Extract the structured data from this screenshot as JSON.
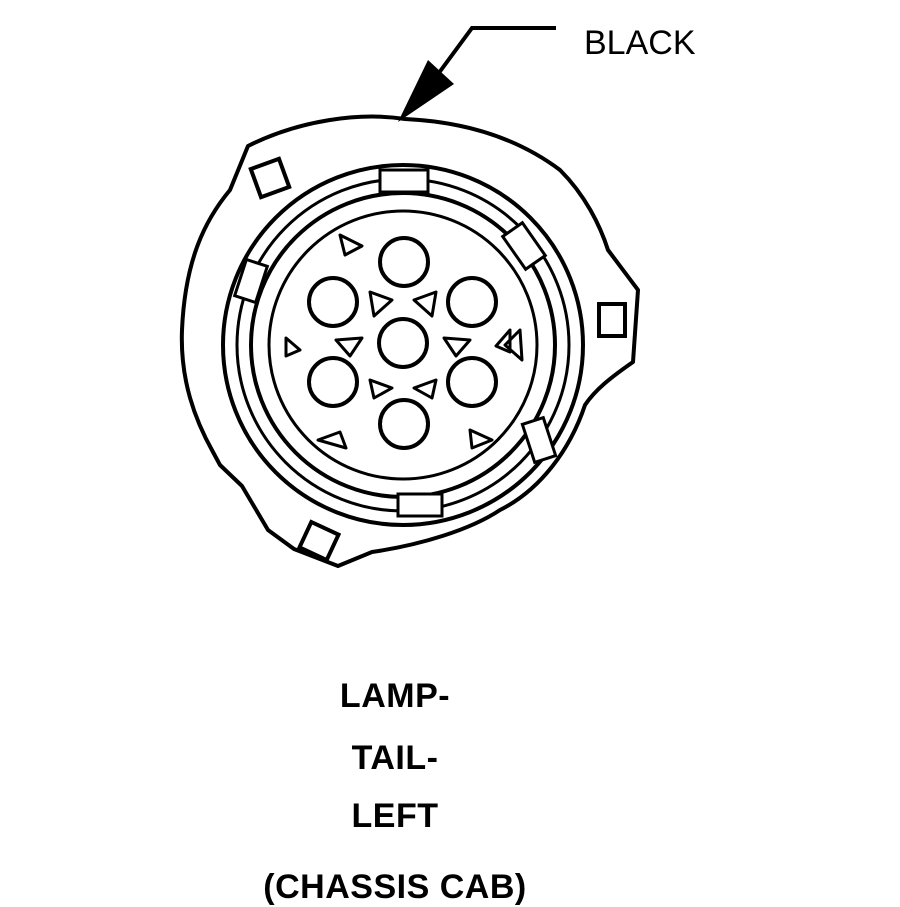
{
  "connector": {
    "color_label": "BLACK",
    "title_lines": [
      "LAMP-",
      "TAIL-",
      "LEFT"
    ],
    "subtitle": "(CHASSIS CAB)",
    "cavity_count": 7
  },
  "colors": {
    "line": "#000000",
    "background": "#ffffff"
  }
}
